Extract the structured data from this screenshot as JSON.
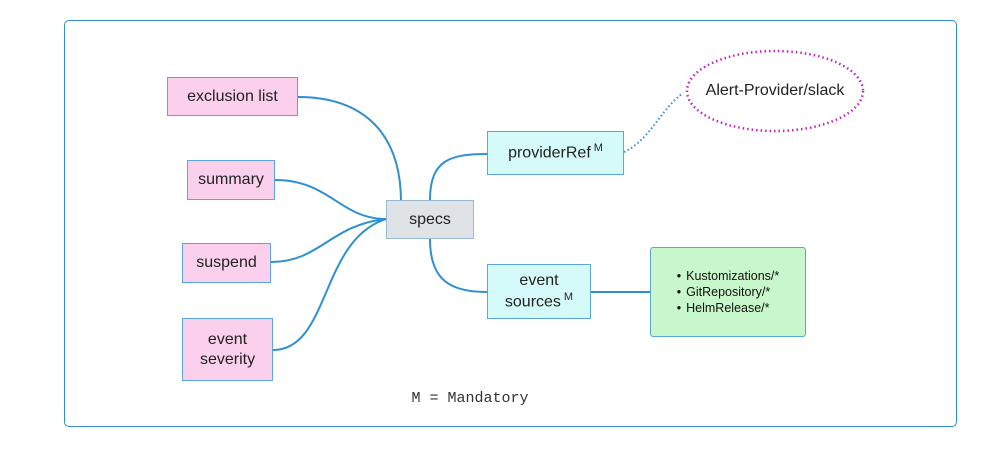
{
  "diagram": {
    "center": {
      "label": "specs"
    },
    "left_nodes": {
      "exclusion_list": "exclusion list",
      "summary": "summary",
      "suspend": "suspend",
      "event_severity_line1": "event",
      "event_severity_line2": "severity"
    },
    "right_nodes": {
      "provider_ref": "providerRef",
      "provider_ref_marker": "M",
      "event_sources_line1": "event",
      "event_sources_line2": "sources",
      "event_sources_marker": "M"
    },
    "provider_target": {
      "label": "Alert-Provider/slack"
    },
    "event_source_items": [
      "Kustomizations/*",
      "GitRepository/*",
      "HelmRelease/*"
    ],
    "legend": "M = Mandatory"
  },
  "colors": {
    "connector": "#2e8fd1",
    "dotted_connector": "#2e8fd1",
    "ellipse_border": "#c020c0",
    "pink_node": "#fbd0ec",
    "center_node": "#dfe3e8",
    "cyan_node": "#d4fbf9",
    "green_node": "#c8f7cb"
  }
}
